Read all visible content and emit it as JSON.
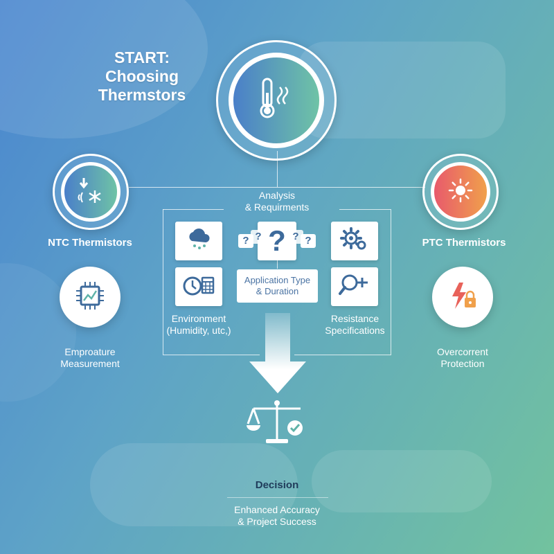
{
  "start": {
    "title_line1": "START:",
    "title_line2": "Choosing",
    "title_line3": "Thermstors"
  },
  "analysis": {
    "title_line1": "Analysis",
    "title_line2": "& Requirments"
  },
  "ntc": {
    "label": "NTC Thermistors",
    "sub_line1": "Emproature",
    "sub_line2": "Measurement"
  },
  "ptc": {
    "label": "PTC Thermistors",
    "sub_line1": "Overcorrent",
    "sub_line2": "Protection"
  },
  "criteria": {
    "application_line1": "Application Type",
    "application_line2": "& Duration",
    "environment_line1": "Environment",
    "environment_line2": "(Humidity, utc,)",
    "resistance_line1": "Resistance",
    "resistance_line2": "Specifications",
    "question_mark": "?"
  },
  "decision": {
    "label": "Decision",
    "result_line1": "Enhanced Accuracy",
    "result_line2": "& Project Success"
  },
  "colors": {
    "background_start": "#4a86cf",
    "background_end": "#72c29e",
    "ntc_icon_start": "#4a7fc9",
    "ntc_icon_end": "#6fc3a6",
    "ptc_icon_start": "#e85a6c",
    "ptc_icon_end": "#f0a04b",
    "card_icon": "#3d6a9b"
  },
  "icons": [
    "thermometer-icon",
    "snowflake-icon",
    "sun-icon",
    "chip-graph-icon",
    "lightning-lock-icon",
    "cloud-rain-icon",
    "gear-icon",
    "clock-calendar-icon",
    "magnifier-icon",
    "down-arrow-icon",
    "balance-scale-icon"
  ]
}
